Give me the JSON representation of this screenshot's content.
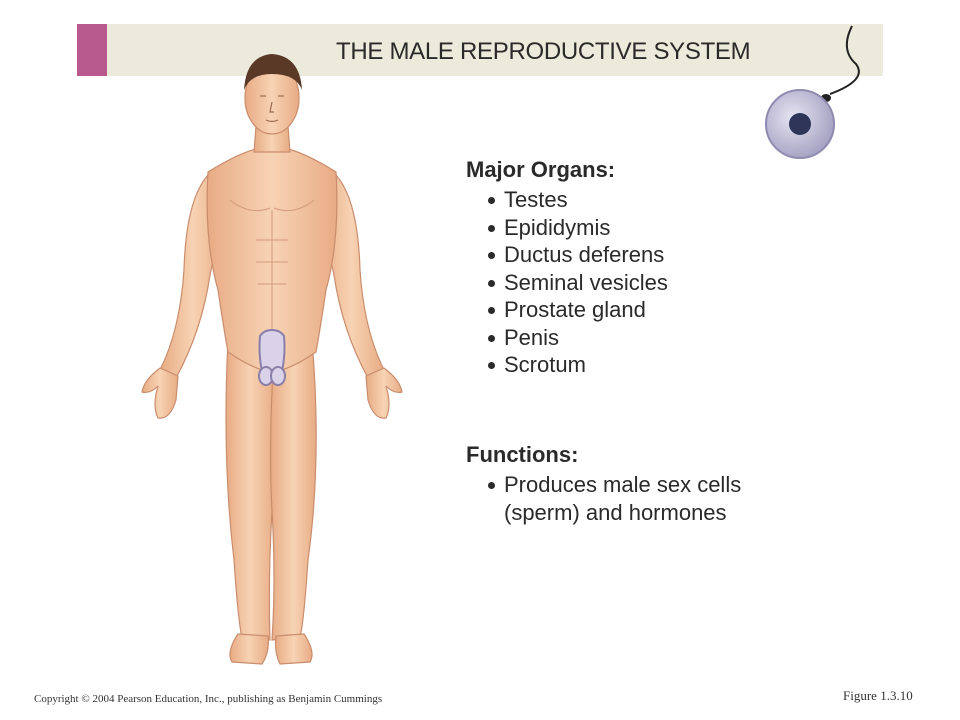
{
  "title": "THE MALE REPRODUCTIVE SYSTEM",
  "major_organs": {
    "heading": "Major Organs:",
    "items": [
      "Testes",
      "Epididymis",
      "Ductus deferens",
      "Seminal vesicles",
      "Prostate gland",
      "Penis",
      "Scrotum"
    ]
  },
  "functions": {
    "heading": "Functions:",
    "items": [
      "Produces male sex cells (sperm) and hormones"
    ]
  },
  "footer": {
    "copyright": "Copyright © 2004 Pearson Education, Inc., publishing as Benjamin Cummings",
    "figure_label": "Figure 1.3.10"
  },
  "colors": {
    "title_bar": "#ecebdb",
    "title_accent": "#b85a8e",
    "skin": "#f2c4a0",
    "cell": "#c3c0d8"
  },
  "icons": {
    "figure": "male-human-figure-icon",
    "cell": "sperm-and-egg-icon"
  }
}
